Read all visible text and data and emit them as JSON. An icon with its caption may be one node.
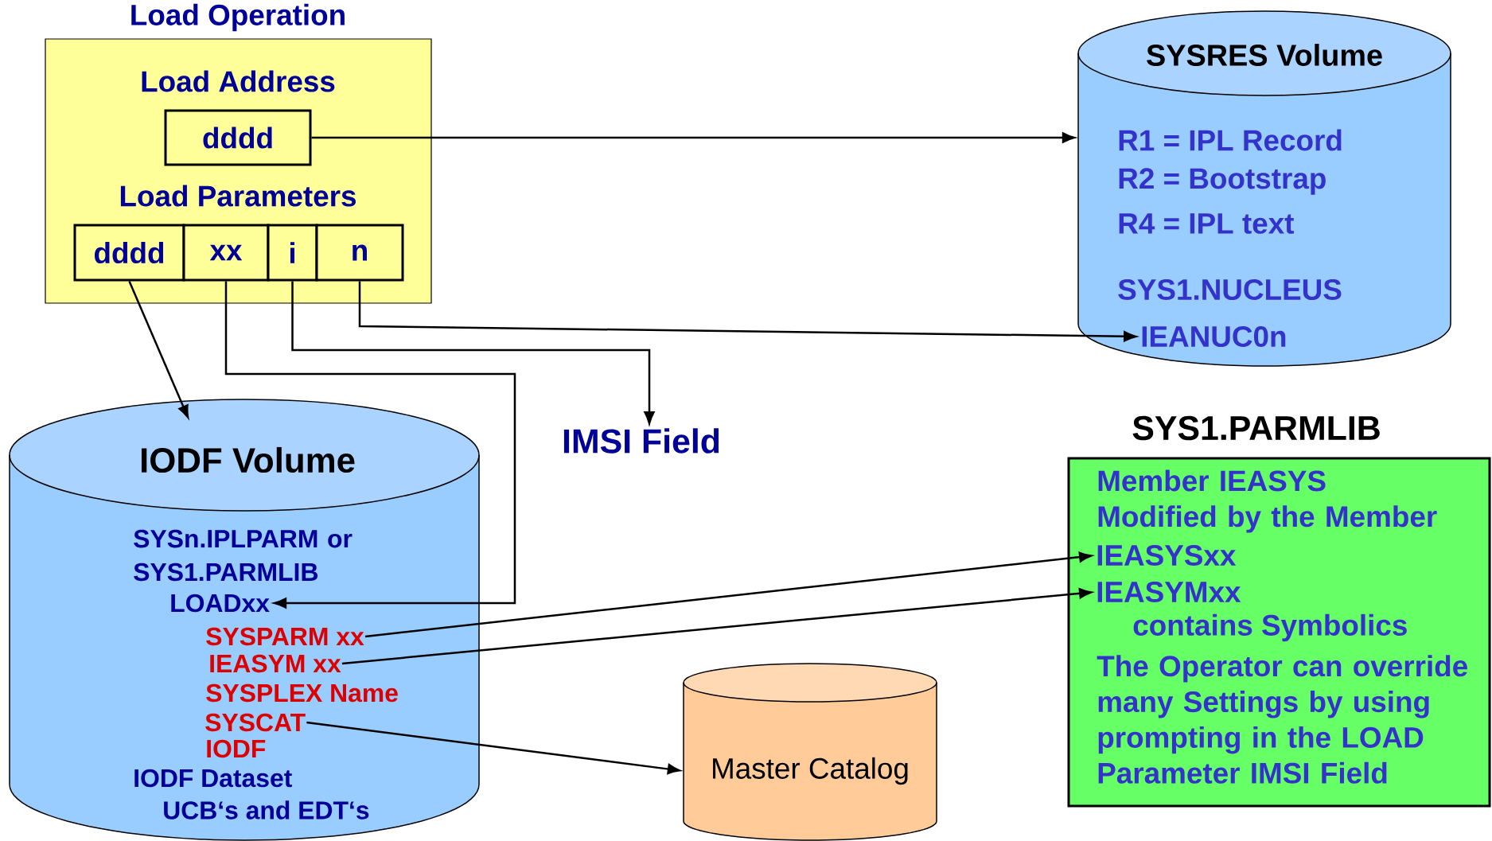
{
  "diagram": {
    "title": "Load Operation",
    "nodes": [
      {
        "text": [
          "Load Address",
          "Load Parameters"
        ]
      },
      {
        "text": [
          "dddd"
        ],
        "in": 0
      },
      {
        "text": [
          "dddd"
        ],
        "in": 0
      },
      {
        "text": [
          "xx"
        ],
        "in": 0
      },
      {
        "text": [
          "i"
        ],
        "in": 0
      },
      {
        "text": [
          "n"
        ],
        "in": 0
      },
      {
        "text": [
          "SYSRES Volume",
          "R1 = IPL Record",
          "R2 = Bootstrap",
          "R4 = IPL text",
          "SYS1.NUCLEUS"
        ]
      },
      {
        "text": [
          "IEANUC0n"
        ],
        "in": 6
      },
      {
        "text": [
          "IMSI Field"
        ]
      },
      {
        "text": [
          "IODF Volume",
          "SYSn.IPLPARM or SYS1.PARMLIB",
          "SYSPLEX Name",
          "IODF",
          "IODF Dataset",
          "UCB‘s and EDT‘s"
        ]
      },
      {
        "text": [
          "LOADxx"
        ],
        "in": 9
      },
      {
        "text": [
          "SYSPARM xx"
        ],
        "in": 9
      },
      {
        "text": [
          "IEASYM xx"
        ],
        "in": 9
      },
      {
        "text": [
          "SYSCAT"
        ],
        "in": 9
      },
      {
        "text": [
          "Master Catalog"
        ]
      },
      {
        "text": [
          "SYS1.PARMLIB",
          "Member IEASYS Modified by the Member",
          "contains Symbolics",
          "The Operator can override many Settings by using prompting in the LOAD Parameter IMSI Field"
        ]
      },
      {
        "text": [
          "IEASYSxx"
        ],
        "in": 15
      },
      {
        "text": [
          "IEASYMxx"
        ],
        "in": 15
      }
    ],
    "edges": [
      {
        "from": 1,
        "to": 6,
        "arrow": "to"
      },
      {
        "from": 5,
        "to": 7,
        "arrow": "to"
      },
      {
        "from": 4,
        "to": 8,
        "arrow": "to"
      },
      {
        "from": 3,
        "to": 10,
        "arrow": "to"
      },
      {
        "from": 2,
        "to": 9,
        "arrow": "to"
      },
      {
        "from": 11,
        "to": 16,
        "arrow": "to"
      },
      {
        "from": 12,
        "to": 17,
        "arrow": "to"
      },
      {
        "from": 13,
        "to": 14,
        "arrow": "to"
      }
    ]
  }
}
